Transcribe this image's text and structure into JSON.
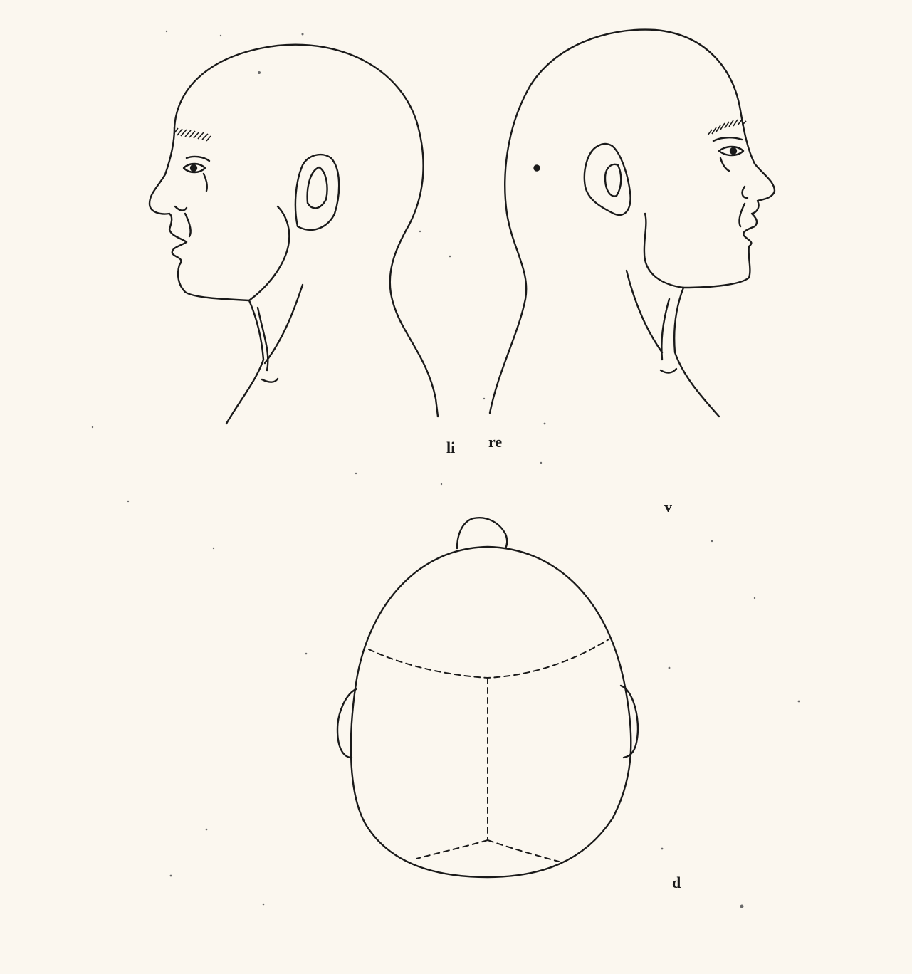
{
  "labels": {
    "left": "li",
    "right": "re",
    "vertex": "v",
    "dorsal": "d"
  },
  "colors": {
    "paper": "#fbf7ef",
    "ink": "#1a1a1a"
  },
  "figures": [
    {
      "name": "head-left-profile",
      "icon": "head-profile-facing-left"
    },
    {
      "name": "head-right-profile",
      "icon": "head-profile-facing-right"
    },
    {
      "name": "head-top-view",
      "icon": "head-top-view-with-suture-lines"
    }
  ]
}
